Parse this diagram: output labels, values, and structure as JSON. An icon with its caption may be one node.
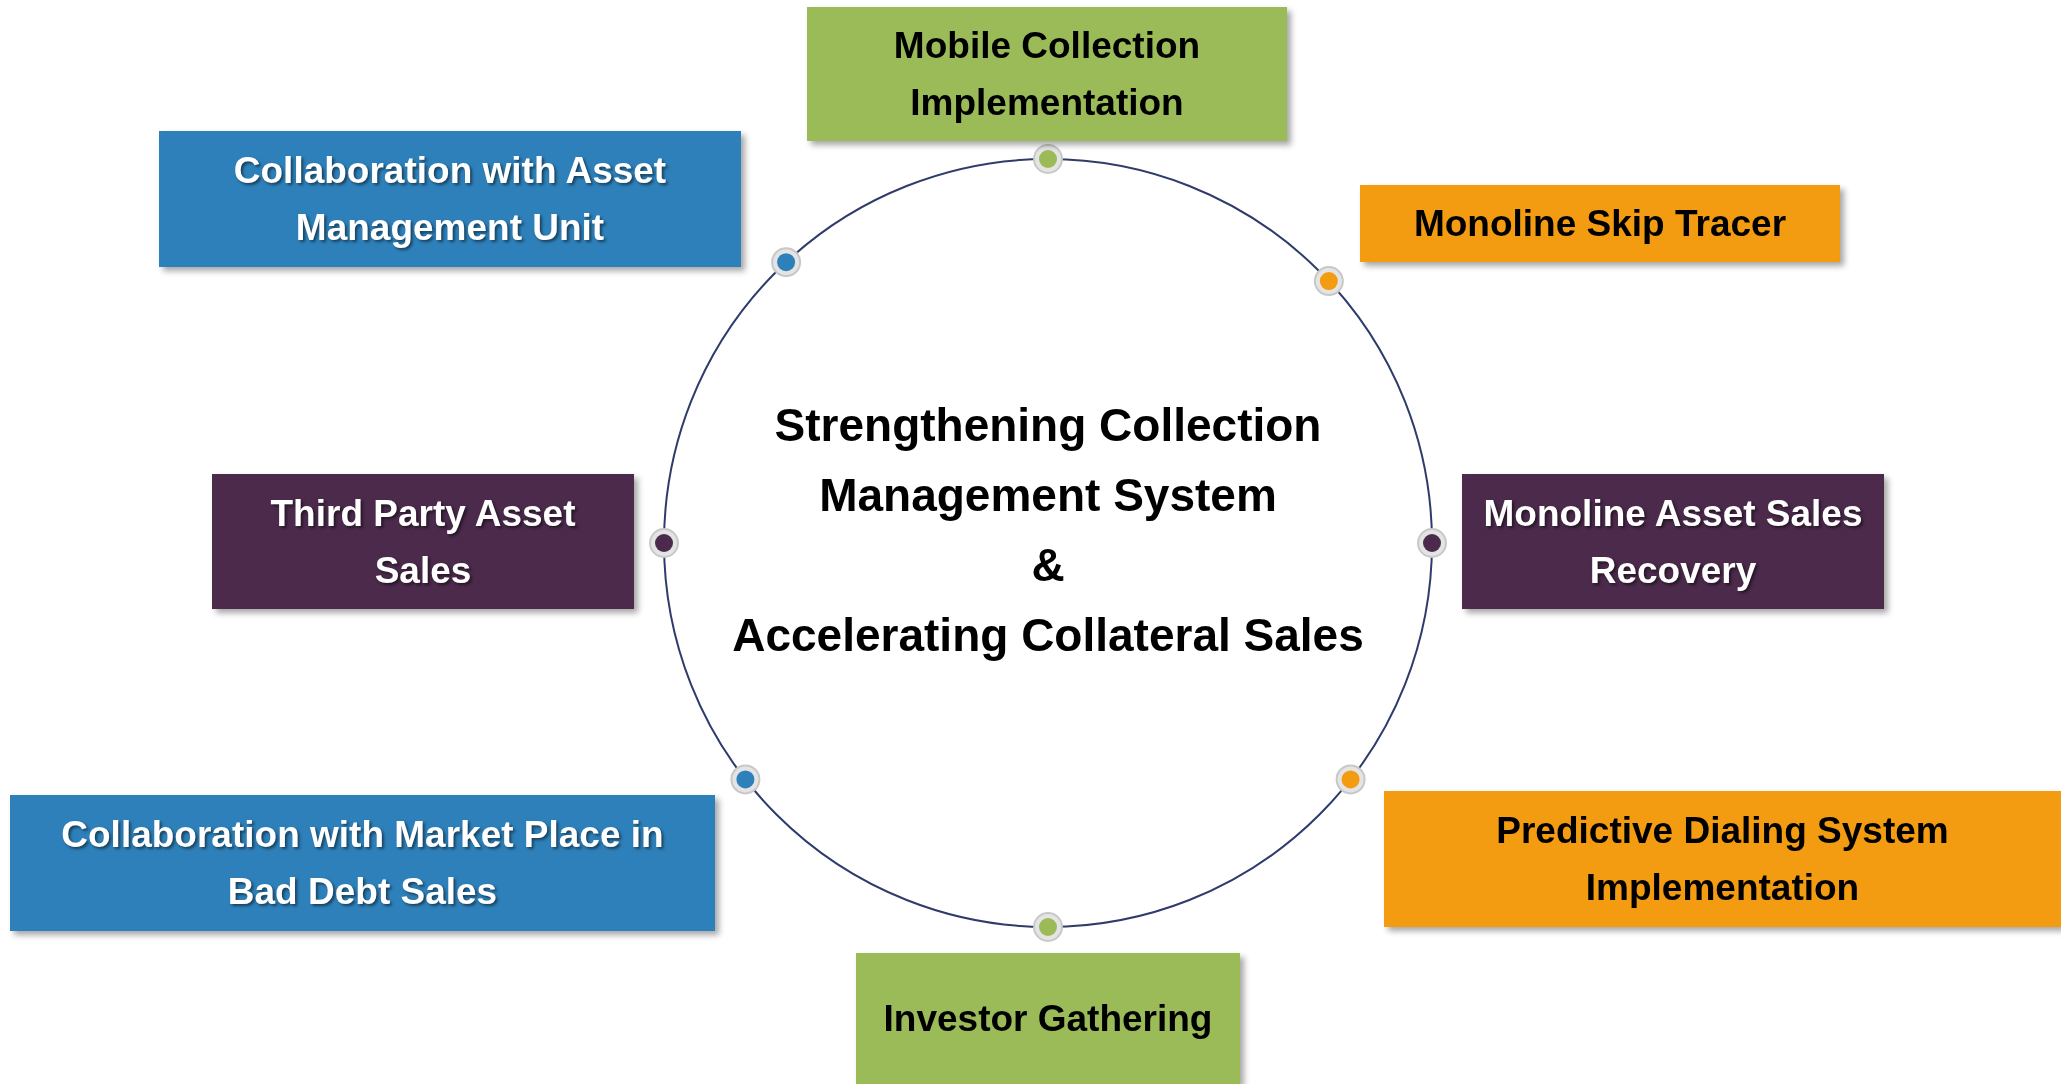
{
  "diagram": {
    "nodes": [
      {
        "text": [
          "Strengthening Collection Management System",
          "&",
          "Accelerating Collateral Sales"
        ]
      },
      {
        "text": [
          "Mobile Collection Implementation"
        ]
      },
      {
        "text": [
          "Collaboration with Asset Management Unit"
        ]
      },
      {
        "text": [
          "Monoline Skip Tracer"
        ]
      },
      {
        "text": [
          "Third Party Asset Sales"
        ]
      },
      {
        "text": [
          "Monoline Asset Sales Recovery"
        ]
      },
      {
        "text": [
          "Collaboration with Market Place in Bad Debt Sales"
        ]
      },
      {
        "text": [
          "Predictive Dialing System Implementation"
        ]
      },
      {
        "text": [
          "Investor Gathering"
        ]
      }
    ]
  }
}
